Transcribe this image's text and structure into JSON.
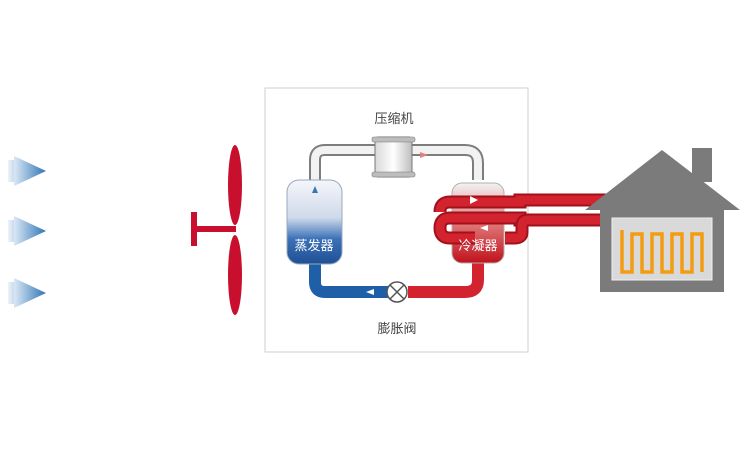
{
  "labels": {
    "compressor": "压缩机",
    "evaporator": "蒸发器",
    "condenser": "冷凝器",
    "expansion_valve": "膨胀阀"
  },
  "colors": {
    "hot_pipe": "#d2232e",
    "cold_pipe": "#1f5fa8",
    "neutral_pipe": "#c8c8c8",
    "house": "#7b7b7b",
    "air_arrow": "#2e75b6",
    "fan": "#c8102e",
    "heater_coil": "#f39c12"
  },
  "icons": {
    "air_flow": "air-flow-arrow-icon",
    "fan": "fan-icon",
    "house": "house-icon",
    "valve": "expansion-valve-icon"
  }
}
